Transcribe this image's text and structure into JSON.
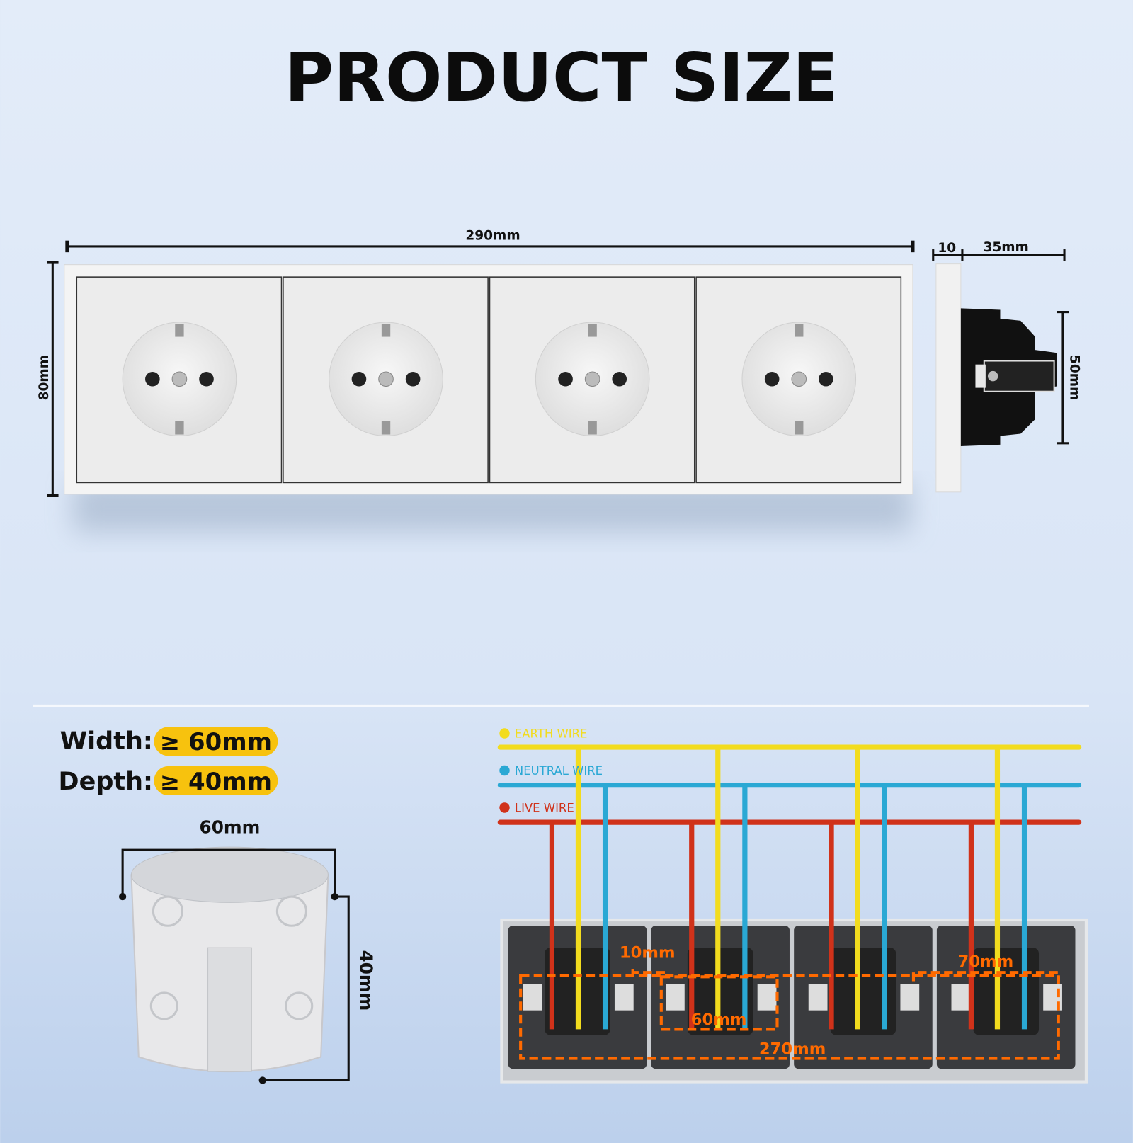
{
  "title": "PRODUCT SIZE",
  "front_view": {
    "width_label": "290mm",
    "height_label": "80mm",
    "socket_count": 4,
    "plate_color": "#f2f2f2"
  },
  "side_view": {
    "plate_depth_label": "10",
    "module_depth_label": "35mm",
    "module_height_label": "50mm"
  },
  "requirements": [
    {
      "label": "Width:",
      "value": "≥ 60mm"
    },
    {
      "label": "Depth:",
      "value": "≥ 40mm"
    }
  ],
  "pill_color": "#f7c20e",
  "box": {
    "width_label": "60mm",
    "depth_label": "40mm"
  },
  "wiring": {
    "legend": [
      {
        "label": "EARTH WIRE",
        "color": "#f2dc1e"
      },
      {
        "label": "NEUTRAL WIRE",
        "color": "#2aa8d4"
      },
      {
        "label": "LIVE WIRE",
        "color": "#d0321a"
      }
    ],
    "dimensions": {
      "spacing": "10mm",
      "box_pitch": "70mm",
      "module": "60mm",
      "total": "270mm"
    },
    "dim_color": "#ff6a00"
  }
}
